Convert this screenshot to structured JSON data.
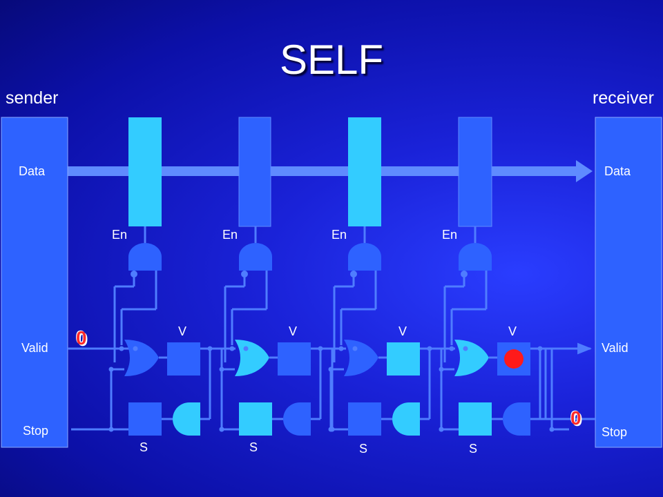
{
  "title": "SELF",
  "sender": {
    "label": "sender",
    "data_label": "Data",
    "valid_label": "Valid",
    "stop_label": "Stop",
    "valid_value": "0"
  },
  "receiver": {
    "label": "receiver",
    "data_label": "Data",
    "valid_label": "Valid",
    "stop_label": "Stop",
    "stop_value": "0"
  },
  "stages": [
    {
      "en_label": "En",
      "v_label": "V",
      "s_label": "S"
    },
    {
      "en_label": "En",
      "v_label": "V",
      "s_label": "S"
    },
    {
      "en_label": "En",
      "v_label": "V",
      "s_label": "S"
    },
    {
      "en_label": "En",
      "v_label": "V",
      "s_label": "S"
    }
  ],
  "colors": {
    "block_dark": "#2e62ff",
    "block_light": "#33ccff",
    "wire": "#4f7dff",
    "token": "#ff1a1a",
    "zero": "#ff2a2a"
  }
}
